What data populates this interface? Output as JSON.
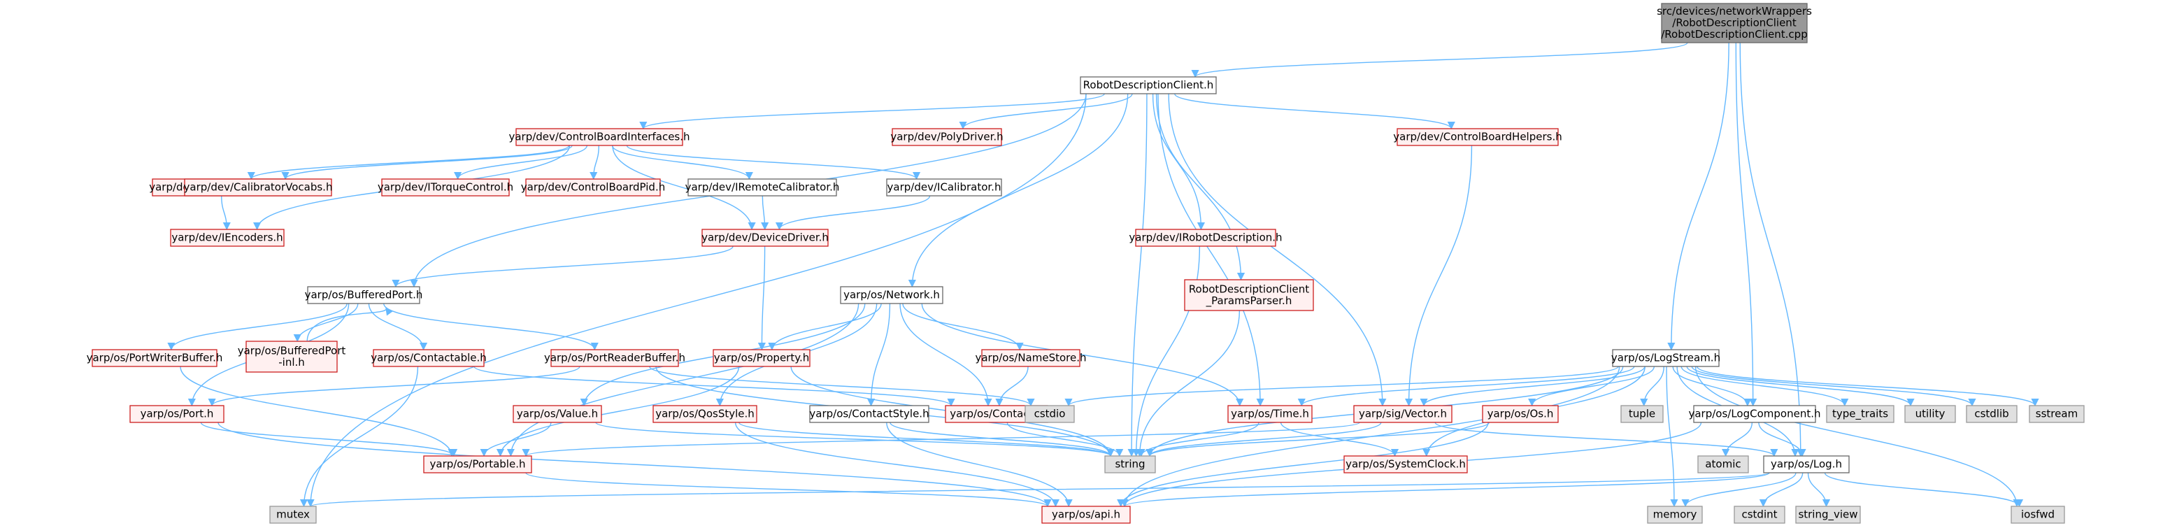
{
  "graph": {
    "colors": {
      "edge": "#63b8ff",
      "root_fill": "#999999",
      "linked_border": "#cc1e1e",
      "plain_border": "#666666",
      "system_fill": "#e0e0e0"
    },
    "nodes": [
      {
        "id": "root",
        "lines": [
          "src/devices/networkWrappers",
          "/RobotDescriptionClient",
          "/RobotDescriptionClient.cpp"
        ],
        "kind": "root"
      },
      {
        "id": "rdc",
        "lines": [
          "RobotDescriptionClient.h"
        ],
        "kind": "black"
      },
      {
        "id": "cbi",
        "lines": [
          "yarp/dev/ControlBoardInterfaces.h"
        ],
        "kind": "red"
      },
      {
        "id": "poly",
        "lines": [
          "yarp/dev/PolyDriver.h"
        ],
        "kind": "red"
      },
      {
        "id": "cbh",
        "lines": [
          "yarp/dev/ControlBoardHelpers.h"
        ],
        "kind": "red"
      },
      {
        "id": "iet",
        "lines": [
          "yarp/dev/IEncodersTimed.h"
        ],
        "kind": "red"
      },
      {
        "id": "calv",
        "lines": [
          "yarp/dev/CalibratorVocabs.h"
        ],
        "kind": "red"
      },
      {
        "id": "itc",
        "lines": [
          "yarp/dev/ITorqueControl.h"
        ],
        "kind": "red"
      },
      {
        "id": "cbpid",
        "lines": [
          "yarp/dev/ControlBoardPid.h"
        ],
        "kind": "red"
      },
      {
        "id": "irc",
        "lines": [
          "yarp/dev/IRemoteCalibrator.h"
        ],
        "kind": "black"
      },
      {
        "id": "ical",
        "lines": [
          "yarp/dev/ICalibrator.h"
        ],
        "kind": "black"
      },
      {
        "id": "ienc",
        "lines": [
          "yarp/dev/IEncoders.h"
        ],
        "kind": "red"
      },
      {
        "id": "dd",
        "lines": [
          "yarp/dev/DeviceDriver.h"
        ],
        "kind": "red"
      },
      {
        "id": "ird",
        "lines": [
          "yarp/dev/IRobotDescription.h"
        ],
        "kind": "red"
      },
      {
        "id": "rdcpp",
        "lines": [
          "RobotDescriptionClient",
          "_ParamsParser.h"
        ],
        "kind": "red"
      },
      {
        "id": "bp",
        "lines": [
          "yarp/os/BufferedPort.h"
        ],
        "kind": "black"
      },
      {
        "id": "net",
        "lines": [
          "yarp/os/Network.h"
        ],
        "kind": "black"
      },
      {
        "id": "pwb",
        "lines": [
          "yarp/os/PortWriterBuffer.h"
        ],
        "kind": "red"
      },
      {
        "id": "bpinl",
        "lines": [
          "yarp/os/BufferedPort",
          "-inl.h"
        ],
        "kind": "red"
      },
      {
        "id": "ctbl",
        "lines": [
          "yarp/os/Contactable.h"
        ],
        "kind": "red"
      },
      {
        "id": "prb",
        "lines": [
          "yarp/os/PortReaderBuffer.h"
        ],
        "kind": "red"
      },
      {
        "id": "prop",
        "lines": [
          "yarp/os/Property.h"
        ],
        "kind": "red"
      },
      {
        "id": "ns",
        "lines": [
          "yarp/os/NameStore.h"
        ],
        "kind": "red"
      },
      {
        "id": "port",
        "lines": [
          "yarp/os/Port.h"
        ],
        "kind": "red"
      },
      {
        "id": "val",
        "lines": [
          "yarp/os/Value.h"
        ],
        "kind": "red"
      },
      {
        "id": "qos",
        "lines": [
          "yarp/os/QosStyle.h"
        ],
        "kind": "red"
      },
      {
        "id": "cstyle",
        "lines": [
          "yarp/os/ContactStyle.h"
        ],
        "kind": "black"
      },
      {
        "id": "contact",
        "lines": [
          "yarp/os/Contact.h"
        ],
        "kind": "red"
      },
      {
        "id": "cstdio",
        "lines": [
          "cstdio"
        ],
        "kind": "gray"
      },
      {
        "id": "portable",
        "lines": [
          "yarp/os/Portable.h"
        ],
        "kind": "red"
      },
      {
        "id": "string",
        "lines": [
          "string"
        ],
        "kind": "gray"
      },
      {
        "id": "time",
        "lines": [
          "yarp/os/Time.h"
        ],
        "kind": "red"
      },
      {
        "id": "vec",
        "lines": [
          "yarp/sig/Vector.h"
        ],
        "kind": "red"
      },
      {
        "id": "osh",
        "lines": [
          "yarp/os/Os.h"
        ],
        "kind": "red"
      },
      {
        "id": "sysclk",
        "lines": [
          "yarp/os/SystemClock.h"
        ],
        "kind": "red"
      },
      {
        "id": "api",
        "lines": [
          "yarp/os/api.h"
        ],
        "kind": "red"
      },
      {
        "id": "mutex",
        "lines": [
          "mutex"
        ],
        "kind": "gray"
      },
      {
        "id": "logstream",
        "lines": [
          "yarp/os/LogStream.h"
        ],
        "kind": "black"
      },
      {
        "id": "tuple",
        "lines": [
          "tuple"
        ],
        "kind": "gray"
      },
      {
        "id": "logcomp",
        "lines": [
          "yarp/os/LogComponent.h"
        ],
        "kind": "black"
      },
      {
        "id": "tt",
        "lines": [
          "type_traits"
        ],
        "kind": "gray"
      },
      {
        "id": "util",
        "lines": [
          "utility"
        ],
        "kind": "gray"
      },
      {
        "id": "cstdlib",
        "lines": [
          "cstdlib"
        ],
        "kind": "gray"
      },
      {
        "id": "sstream",
        "lines": [
          "sstream"
        ],
        "kind": "gray"
      },
      {
        "id": "atomic",
        "lines": [
          "atomic"
        ],
        "kind": "gray"
      },
      {
        "id": "log",
        "lines": [
          "yarp/os/Log.h"
        ],
        "kind": "black"
      },
      {
        "id": "memory",
        "lines": [
          "memory"
        ],
        "kind": "gray"
      },
      {
        "id": "cstdint",
        "lines": [
          "cstdint"
        ],
        "kind": "gray"
      },
      {
        "id": "sv",
        "lines": [
          "string_view"
        ],
        "kind": "gray"
      },
      {
        "id": "iosfwd",
        "lines": [
          "iosfwd"
        ],
        "kind": "gray"
      }
    ],
    "edges": [
      [
        "root",
        "rdc"
      ],
      [
        "root",
        "logstream"
      ],
      [
        "root",
        "logcomp"
      ],
      [
        "root",
        "log"
      ],
      [
        "rdc",
        "cbi"
      ],
      [
        "rdc",
        "poly"
      ],
      [
        "rdc",
        "cbh"
      ],
      [
        "rdc",
        "ird"
      ],
      [
        "rdc",
        "rdcpp"
      ],
      [
        "rdc",
        "net"
      ],
      [
        "rdc",
        "bp"
      ],
      [
        "rdc",
        "string"
      ],
      [
        "rdc",
        "time"
      ],
      [
        "rdc",
        "vec"
      ],
      [
        "rdc",
        "mutex"
      ],
      [
        "cbi",
        "iet"
      ],
      [
        "cbi",
        "calv"
      ],
      [
        "cbi",
        "itc"
      ],
      [
        "cbi",
        "cbpid"
      ],
      [
        "cbi",
        "irc"
      ],
      [
        "cbi",
        "ical"
      ],
      [
        "cbi",
        "ienc"
      ],
      [
        "cbi",
        "dd"
      ],
      [
        "iet",
        "ienc"
      ],
      [
        "irc",
        "dd"
      ],
      [
        "ical",
        "dd"
      ],
      [
        "dd",
        "bp"
      ],
      [
        "dd",
        "prop"
      ],
      [
        "cbh",
        "vec"
      ],
      [
        "ird",
        "string"
      ],
      [
        "rdcpp",
        "string"
      ],
      [
        "bp",
        "pwb"
      ],
      [
        "bp",
        "bpinl"
      ],
      [
        "bp",
        "ctbl"
      ],
      [
        "bp",
        "prb"
      ],
      [
        "bp",
        "port"
      ],
      [
        "bpinl",
        "bp"
      ],
      [
        "ctbl",
        "mutex"
      ],
      [
        "ctbl",
        "contact"
      ],
      [
        "pwb",
        "portable"
      ],
      [
        "prb",
        "cstdio"
      ],
      [
        "prb",
        "port"
      ],
      [
        "prb",
        "string"
      ],
      [
        "net",
        "prop"
      ],
      [
        "net",
        "ns"
      ],
      [
        "net",
        "val"
      ],
      [
        "net",
        "qos"
      ],
      [
        "net",
        "cstyle"
      ],
      [
        "net",
        "contact"
      ],
      [
        "net",
        "time"
      ],
      [
        "net",
        "portable"
      ],
      [
        "prop",
        "portable"
      ],
      [
        "prop",
        "string"
      ],
      [
        "ns",
        "contact"
      ],
      [
        "port",
        "portable"
      ],
      [
        "port",
        "api"
      ],
      [
        "val",
        "portable"
      ],
      [
        "val",
        "string"
      ],
      [
        "qos",
        "api"
      ],
      [
        "qos",
        "string"
      ],
      [
        "cstyle",
        "api"
      ],
      [
        "cstyle",
        "string"
      ],
      [
        "contact",
        "string"
      ],
      [
        "portable",
        "api"
      ],
      [
        "time",
        "string"
      ],
      [
        "time",
        "sysclk"
      ],
      [
        "vec",
        "string"
      ],
      [
        "vec",
        "portable"
      ],
      [
        "vec",
        "log"
      ],
      [
        "osh",
        "string"
      ],
      [
        "osh",
        "api"
      ],
      [
        "logstream",
        "cstdio"
      ],
      [
        "logstream",
        "time"
      ],
      [
        "logstream",
        "vec"
      ],
      [
        "logstream",
        "osh"
      ],
      [
        "logstream",
        "string"
      ],
      [
        "logstream",
        "sysclk"
      ],
      [
        "logstream",
        "api"
      ],
      [
        "logstream",
        "tuple"
      ],
      [
        "logstream",
        "logcomp"
      ],
      [
        "logstream",
        "tt"
      ],
      [
        "logstream",
        "util"
      ],
      [
        "logstream",
        "cstdlib"
      ],
      [
        "logstream",
        "sstream"
      ],
      [
        "logstream",
        "log"
      ],
      [
        "logstream",
        "memory"
      ],
      [
        "logstream",
        "iosfwd"
      ],
      [
        "logcomp",
        "atomic"
      ],
      [
        "logcomp",
        "log"
      ],
      [
        "logcomp",
        "api"
      ],
      [
        "log",
        "api"
      ],
      [
        "log",
        "memory"
      ],
      [
        "log",
        "cstdint"
      ],
      [
        "log",
        "sv"
      ],
      [
        "log",
        "iosfwd"
      ],
      [
        "log",
        "mutex"
      ]
    ]
  }
}
